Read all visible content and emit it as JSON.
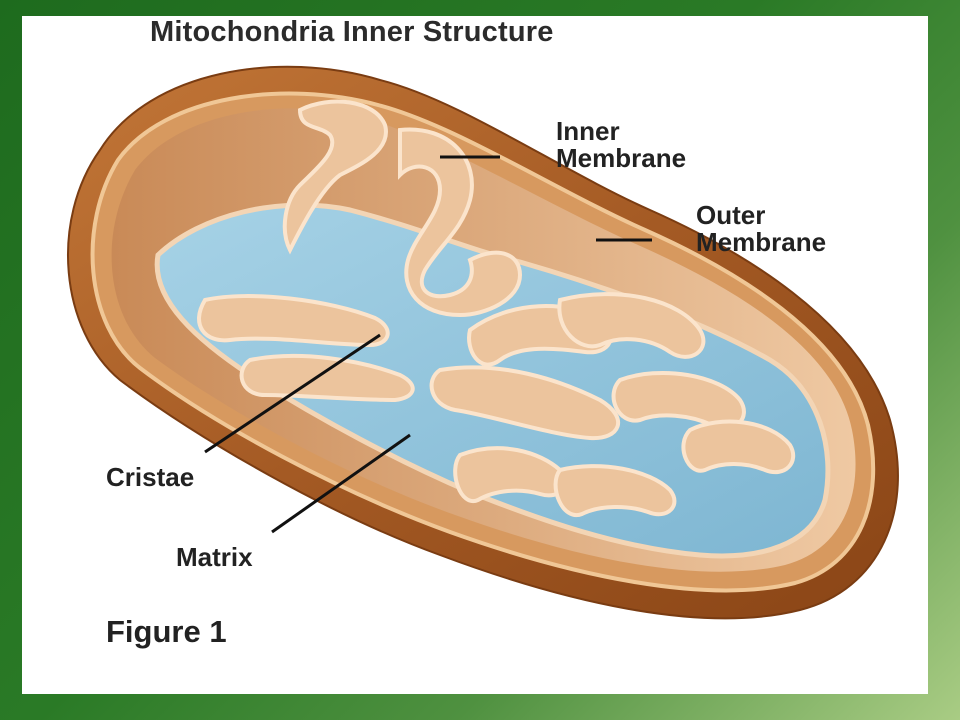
{
  "title": "Mitochondria Inner Structure",
  "labels": {
    "inner_membrane": [
      "Inner",
      "Membrane"
    ],
    "outer_membrane": [
      "Outer",
      "Membrane"
    ],
    "cristae": "Cristae",
    "matrix": "Matrix"
  },
  "caption": "Figure 1",
  "colors": {
    "frame_green": "#2a7a26",
    "outer_shell": "#b0652b",
    "membrane_tan": "#e3b48b",
    "matrix_blue": "#8fc3dc"
  }
}
